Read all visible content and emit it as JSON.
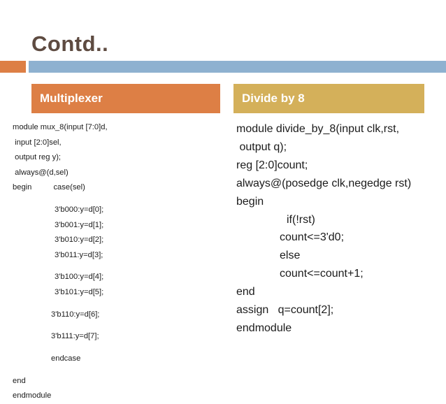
{
  "slide": {
    "title": "Contd..",
    "accent_colors": {
      "title_text": "#5e4b41",
      "orange": "#dd7f45",
      "blue": "#8eb1d0",
      "gold": "#d4b05a"
    }
  },
  "columns": {
    "left": {
      "header": "Multiplexer",
      "code_lines": [
        {
          "text": "module mux_8(input [7:0]d,",
          "indent": 0,
          "gap": false
        },
        {
          "text": " input [2:0]sel,",
          "indent": 0,
          "gap": false
        },
        {
          "text": " output reg y);",
          "indent": 0,
          "gap": false
        },
        {
          "text": " always@(d,sel)",
          "indent": 0,
          "gap": false
        },
        {
          "text": "begin          case(sel)",
          "indent": 0,
          "gap": false
        },
        {
          "text": "3'b000:y=d[0];",
          "indent": 60,
          "gap": true
        },
        {
          "text": "3'b001:y=d[1];",
          "indent": 60,
          "gap": false
        },
        {
          "text": "3'b010:y=d[2];",
          "indent": 60,
          "gap": false
        },
        {
          "text": "3'b011:y=d[3];",
          "indent": 60,
          "gap": false
        },
        {
          "text": "3'b100:y=d[4];",
          "indent": 60,
          "gap": true
        },
        {
          "text": "3'b101:y=d[5];",
          "indent": 60,
          "gap": false
        },
        {
          "text": "3'b110:y=d[6];",
          "indent": 55,
          "gap": true
        },
        {
          "text": "3'b111:y=d[7];",
          "indent": 55,
          "gap": true
        },
        {
          "text": "endcase",
          "indent": 55,
          "gap": true
        },
        {
          "text": "end",
          "indent": 0,
          "gap": true
        },
        {
          "text": "endmodule",
          "indent": 0,
          "gap": false
        }
      ]
    },
    "right": {
      "header": "Divide by 8",
      "code_lines": [
        {
          "text": "module divide_by_8(input clk,rst,",
          "indent": 0,
          "gap": false
        },
        {
          "text": " output q);",
          "indent": 0,
          "gap": false
        },
        {
          "text": "reg [2:0]count;",
          "indent": 0,
          "gap": false
        },
        {
          "text": "always@(posedge clk,negedge rst)",
          "indent": 0,
          "gap": false
        },
        {
          "text": "begin",
          "indent": 0,
          "gap": false
        },
        {
          "text": "if(!rst)",
          "indent": 72,
          "gap": false
        },
        {
          "text": "count<=3'd0;",
          "indent": 62,
          "gap": false
        },
        {
          "text": "else",
          "indent": 62,
          "gap": false
        },
        {
          "text": "count<=count+1;",
          "indent": 62,
          "gap": false
        },
        {
          "text": "end",
          "indent": 0,
          "gap": false
        },
        {
          "text": "assign   q=count[2];",
          "indent": 0,
          "gap": false
        },
        {
          "text": "endmodule",
          "indent": 0,
          "gap": false
        }
      ]
    }
  }
}
